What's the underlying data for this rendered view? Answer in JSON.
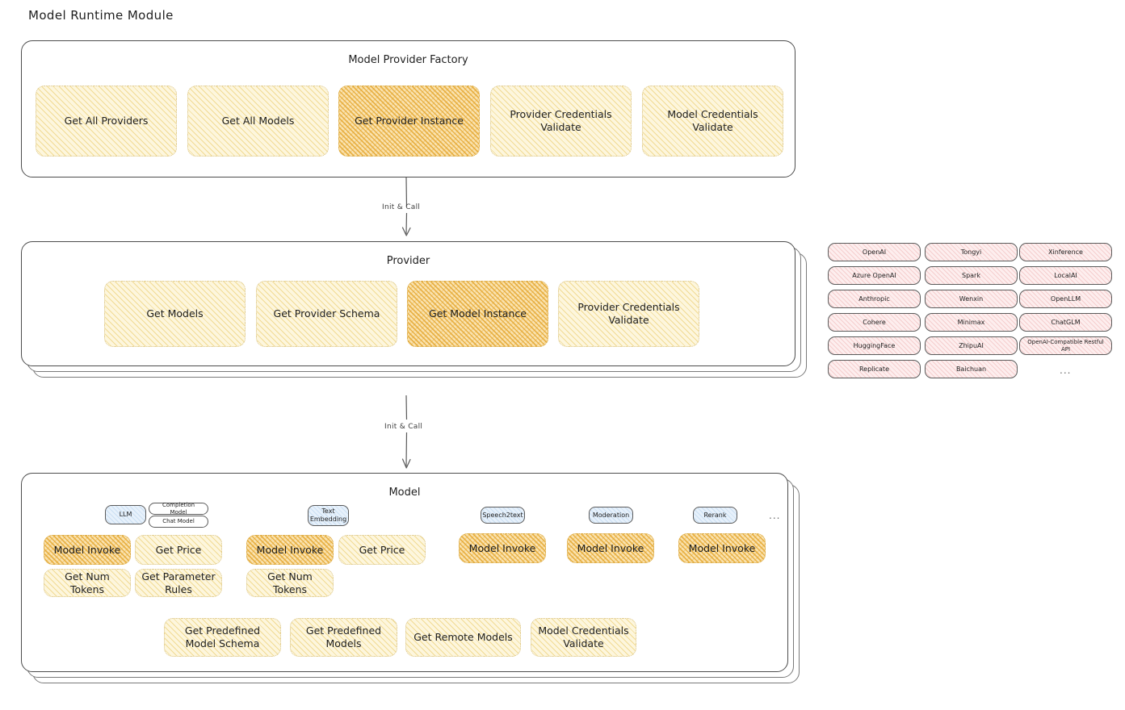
{
  "page": {
    "title": "Model Runtime Module"
  },
  "factory": {
    "title": "Model Provider Factory",
    "nodes": [
      {
        "label": "Get All Providers",
        "highlight": false
      },
      {
        "label": "Get All Models",
        "highlight": false
      },
      {
        "label": "Get Provider Instance",
        "highlight": true
      },
      {
        "label": "Provider Credentials Validate",
        "highlight": false
      },
      {
        "label": "Model Credentials Validate",
        "highlight": false
      }
    ]
  },
  "arrows": [
    {
      "label": "Init & Call"
    },
    {
      "label": "Init & Call"
    }
  ],
  "provider": {
    "title": "Provider",
    "nodes": [
      {
        "label": "Get Models",
        "highlight": false
      },
      {
        "label": "Get Provider Schema",
        "highlight": false
      },
      {
        "label": "Get Model Instance",
        "highlight": true
      },
      {
        "label": "Provider Credentials Validate",
        "highlight": false
      }
    ]
  },
  "provider_list": {
    "columns": [
      [
        "OpenAI",
        "Azure OpenAI",
        "Anthropic",
        "Cohere",
        "HuggingFace",
        "Replicate"
      ],
      [
        "Tongyi",
        "Spark",
        "Wenxin",
        "Minimax",
        "ZhipuAI",
        "Baichuan"
      ],
      [
        "Xinference",
        "LocalAI",
        "OpenLLM",
        "ChatGLM",
        "OpenAI-Compatible Restful API"
      ]
    ],
    "more": "..."
  },
  "model": {
    "title": "Model",
    "more": "...",
    "types": [
      {
        "badge": "LLM",
        "badge_style": "blue",
        "sub_badges": [
          "Completion Model",
          "Chat Model"
        ],
        "methods": [
          {
            "label": "Model Invoke",
            "highlight": true
          },
          {
            "label": "Get Price",
            "highlight": false
          },
          {
            "label": "Get Num Tokens",
            "highlight": false
          },
          {
            "label": "Get Parameter Rules",
            "highlight": false
          }
        ]
      },
      {
        "badge": "Text Embedding",
        "badge_style": "blue",
        "sub_badges": [],
        "methods": [
          {
            "label": "Model Invoke",
            "highlight": true
          },
          {
            "label": "Get Price",
            "highlight": false
          },
          {
            "label": "Get Num Tokens",
            "highlight": false
          }
        ]
      },
      {
        "badge": "Speech2text",
        "badge_style": "blue",
        "sub_badges": [],
        "methods": [
          {
            "label": "Model Invoke",
            "highlight": true
          }
        ]
      },
      {
        "badge": "Moderation",
        "badge_style": "blue",
        "sub_badges": [],
        "methods": [
          {
            "label": "Model Invoke",
            "highlight": true
          }
        ]
      },
      {
        "badge": "Rerank",
        "badge_style": "blue",
        "sub_badges": [],
        "methods": [
          {
            "label": "Model Invoke",
            "highlight": true
          }
        ]
      }
    ],
    "common_methods": [
      {
        "label": "Get Predefined Model Schema"
      },
      {
        "label": "Get Predefined Models"
      },
      {
        "label": "Get Remote Models"
      },
      {
        "label": "Model Credentials Validate"
      }
    ]
  },
  "colors": {
    "amber_fill": "#fdf6dd",
    "amber_highlight_fill": "#fae3b0",
    "pink_fill": "#fdeeee",
    "blue_fill": "#e7f1fb",
    "stroke": "#4d4d4d",
    "text": "#1e1e1e"
  }
}
